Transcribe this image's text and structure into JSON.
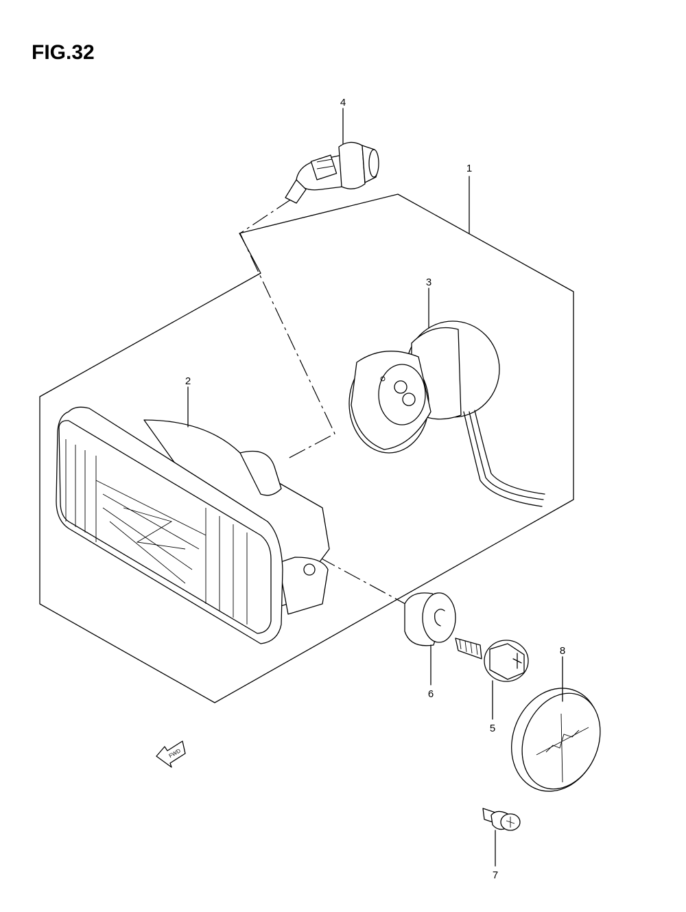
{
  "figure": {
    "title": "FIG.32"
  },
  "callouts": [
    {
      "id": "1",
      "label": "1"
    },
    {
      "id": "2",
      "label": "2"
    },
    {
      "id": "3",
      "label": "3"
    },
    {
      "id": "4",
      "label": "4"
    },
    {
      "id": "5",
      "label": "5"
    },
    {
      "id": "6",
      "label": "6"
    },
    {
      "id": "7",
      "label": "7"
    },
    {
      "id": "8",
      "label": "8"
    }
  ],
  "direction_marker": {
    "label": "FWD",
    "icon": "fwd-arrow-icon"
  },
  "colors": {
    "line": "#000000",
    "background": "#ffffff"
  }
}
